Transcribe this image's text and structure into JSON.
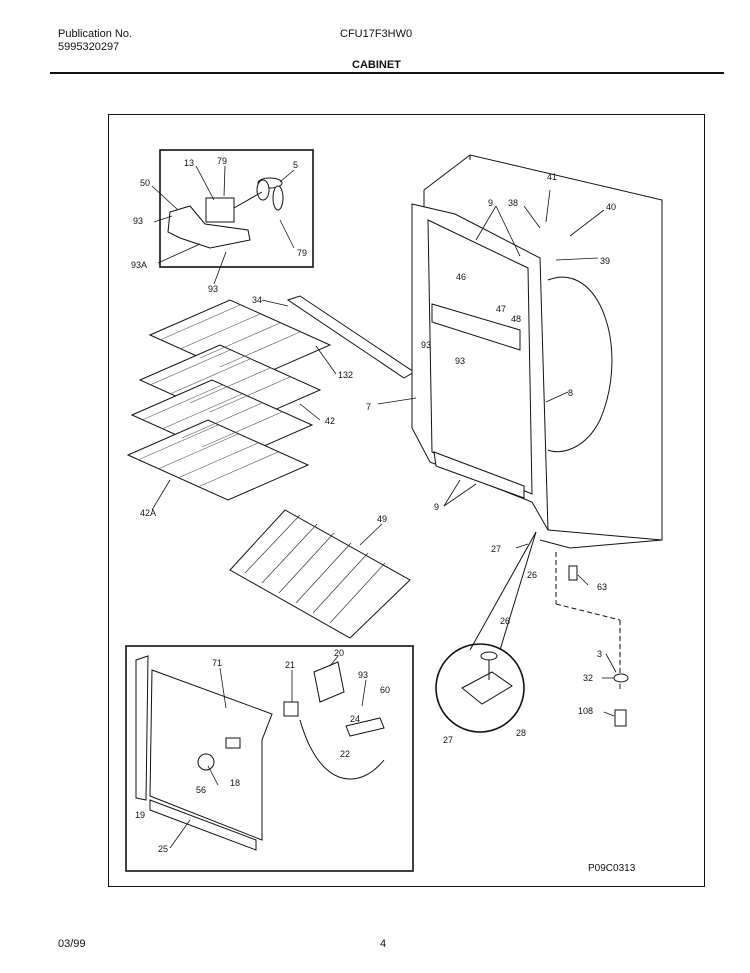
{
  "header": {
    "publication_label": "Publication No.",
    "publication_number": "5995320297",
    "model": "CFU17F3HW0",
    "section": "CABINET"
  },
  "diagram": {
    "drawing_code": "P09C0313",
    "part_labels": [
      "13",
      "79",
      "5",
      "50",
      "93",
      "93A",
      "93",
      "79",
      "34",
      "132",
      "42",
      "42A",
      "49",
      "41",
      "38",
      "40",
      "9",
      "39",
      "46",
      "47",
      "48",
      "93",
      "93",
      "7",
      "8",
      "9",
      "27",
      "26",
      "63",
      "26",
      "3",
      "32",
      "108",
      "27",
      "28",
      "71",
      "21",
      "20",
      "93",
      "60",
      "24",
      "22",
      "18",
      "56",
      "19",
      "25"
    ]
  },
  "footer": {
    "date": "03/99",
    "page": "4"
  }
}
